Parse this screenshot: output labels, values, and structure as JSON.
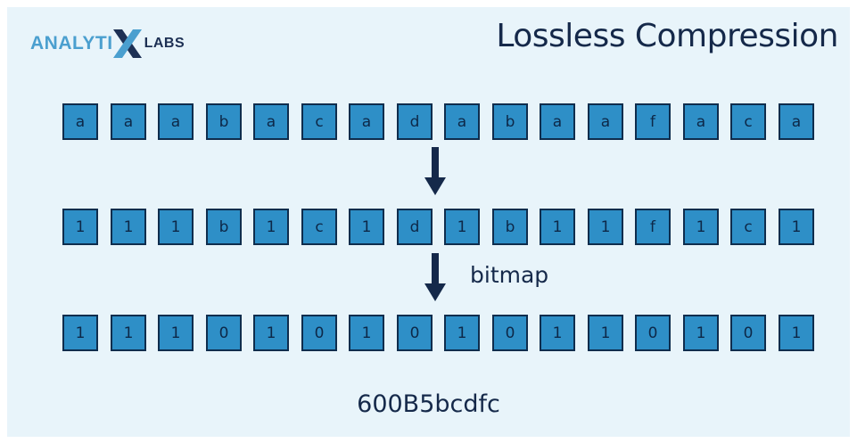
{
  "logo": {
    "text": "ANALYTI",
    "suffix": "LABS"
  },
  "title": "Lossless Compression",
  "rows": [
    {
      "cells": [
        "a",
        "a",
        "a",
        "b",
        "a",
        "c",
        "a",
        "d",
        "a",
        "b",
        "a",
        "a",
        "f",
        "a",
        "c",
        "a"
      ]
    },
    {
      "cells": [
        "1",
        "1",
        "1",
        "b",
        "1",
        "c",
        "1",
        "d",
        "1",
        "b",
        "1",
        "1",
        "f",
        "1",
        "c",
        "1"
      ]
    },
    {
      "cells": [
        "1",
        "1",
        "1",
        "0",
        "1",
        "0",
        "1",
        "0",
        "1",
        "0",
        "1",
        "1",
        "0",
        "1",
        "0",
        "1"
      ]
    }
  ],
  "arrows": [
    {
      "label": ""
    },
    {
      "label": "bitmap"
    }
  ],
  "footer": "600B5bcdfc",
  "colors": {
    "background": "#e8f4fa",
    "cell_fill": "#2e8fc7",
    "cell_border": "#0f2d4d",
    "text_dark": "#15294a",
    "logo_blue": "#4a9fcf"
  }
}
